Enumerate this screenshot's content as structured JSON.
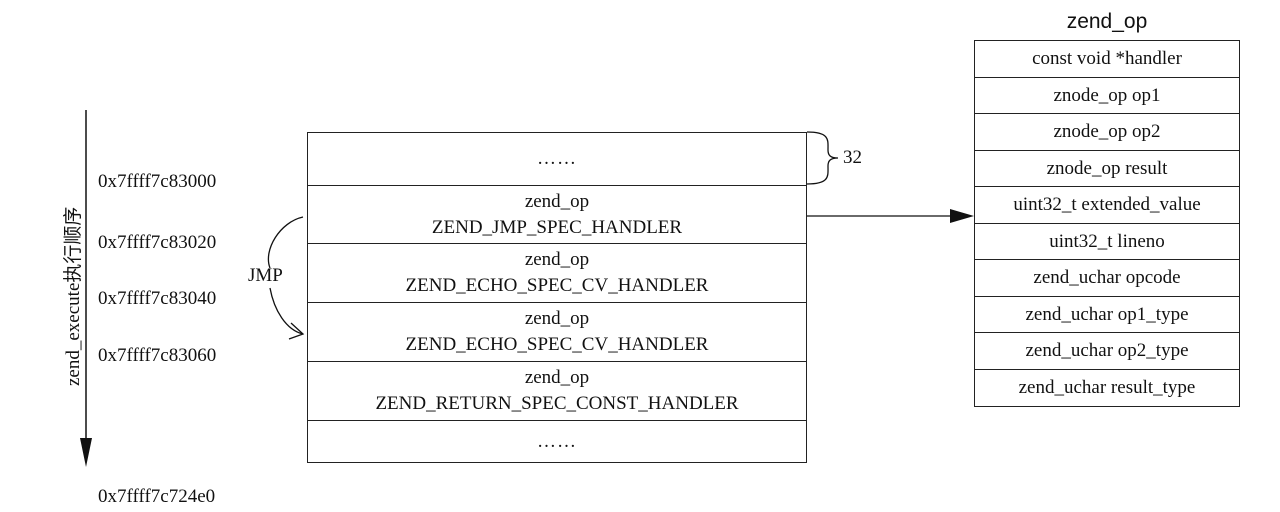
{
  "left_axis": {
    "label": "zend_execute执行顺序",
    "direction_icon": "down-arrow",
    "addresses": [
      "0x7ffff7c83000",
      "0x7ffff7c83020",
      "0x7ffff7c83040",
      "0x7ffff7c83060"
    ],
    "end_address": "0x7ffff7c724e0"
  },
  "jump": {
    "label": "JMP"
  },
  "ops_table": {
    "size_annotation": "32",
    "rows": [
      {
        "line1": "……",
        "line2": ""
      },
      {
        "line1": "zend_op",
        "line2": "ZEND_JMP_SPEC_HANDLER"
      },
      {
        "line1": "zend_op",
        "line2": "ZEND_ECHO_SPEC_CV_HANDLER"
      },
      {
        "line1": "zend_op",
        "line2": "ZEND_ECHO_SPEC_CV_HANDLER"
      },
      {
        "line1": "zend_op",
        "line2": "ZEND_RETURN_SPEC_CONST_HANDLER"
      },
      {
        "line1": "……",
        "line2": ""
      }
    ]
  },
  "struct": {
    "title": "zend_op",
    "fields": [
      "const void *handler",
      "znode_op op1",
      "znode_op op2",
      "znode_op result",
      "uint32_t extended_value",
      "uint32_t lineno",
      "zend_uchar opcode",
      "zend_uchar op1_type",
      "zend_uchar op2_type",
      "zend_uchar result_type"
    ]
  }
}
